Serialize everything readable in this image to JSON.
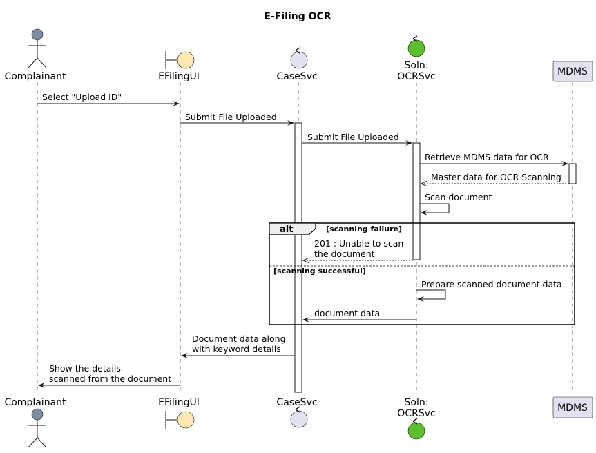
{
  "title": "E-Filing OCR",
  "participants": {
    "complainant": "Complainant",
    "efilingui": "EFilingUI",
    "casesvc": "CaseSvc",
    "ocr_line1": "Soln:",
    "ocr_line2": "OCRSvc",
    "mdms": "MDMS"
  },
  "messages": {
    "m1": "Select \"Upload ID\"",
    "m2": "Submit File Uploaded",
    "m3": "Submit File Uploaded",
    "m4": "Retrieve MDMS data for OCR",
    "m5": "Master data for OCR Scanning",
    "m6": "Scan document",
    "m7_line1": "201 : Unable to scan",
    "m7_line2": "the document",
    "m8": "Prepare scanned document data",
    "m9": "document data",
    "m10_line1": "Document data along",
    "m10_line2": "with keyword details",
    "m11_line1": "Show the details",
    "m11_line2": "scanned from the document"
  },
  "alt": {
    "keyword": "alt",
    "guard1": "[scanning failure]",
    "guard2": "[scanning successful]"
  },
  "colors": {
    "actor": "#7B8D9E",
    "boundary": "#FFE8B3",
    "control": "#E2E2F0",
    "control_green": "#5BC02C",
    "participant_box": "#E2E2F0",
    "alt_header": "#EEEEEE",
    "line": "#181818"
  }
}
